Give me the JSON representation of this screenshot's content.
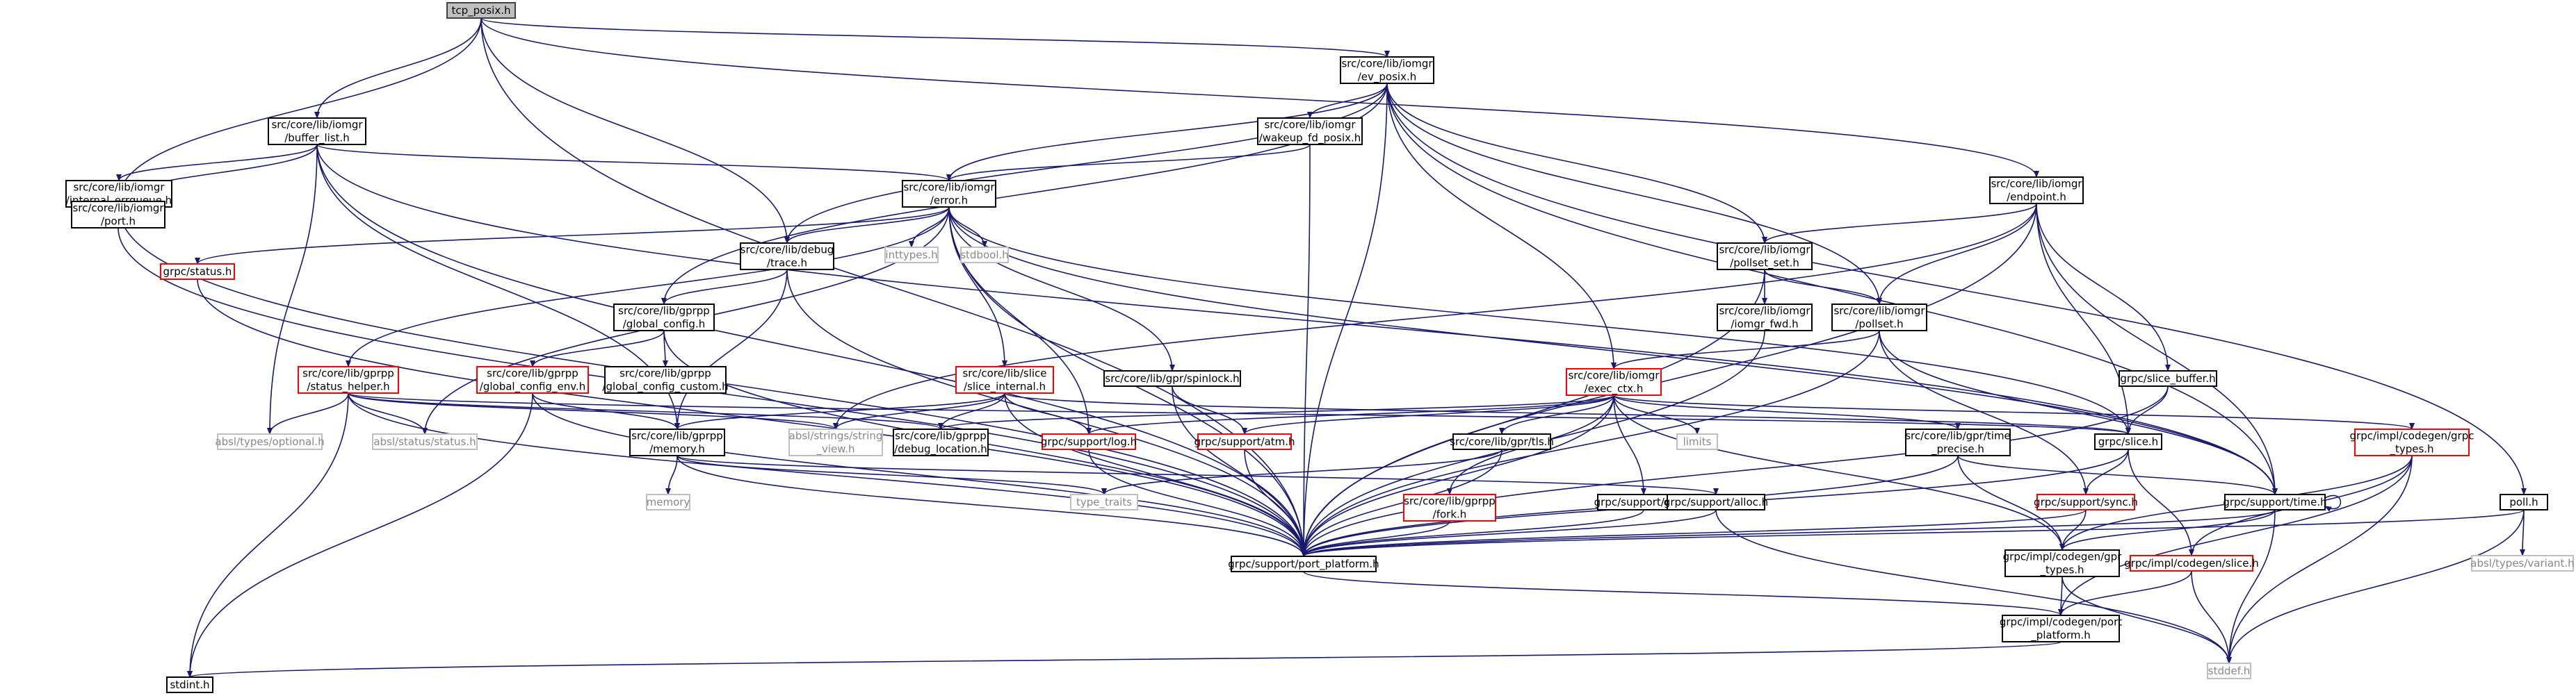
{
  "graph": {
    "title": "",
    "nodes": [
      {
        "id": "tcp_posix",
        "lines": [
          "tcp_posix.h"
        ],
        "kind": "root"
      },
      {
        "id": "ev_posix",
        "lines": [
          "src/core/lib/iomgr",
          "/ev_posix.h"
        ],
        "kind": "std"
      },
      {
        "id": "buffer_list",
        "lines": [
          "src/core/lib/iomgr",
          "/buffer_list.h"
        ],
        "kind": "std"
      },
      {
        "id": "wakeup_fd",
        "lines": [
          "src/core/lib/iomgr",
          "/wakeup_fd_posix.h"
        ],
        "kind": "std"
      },
      {
        "id": "endpoint",
        "lines": [
          "src/core/lib/iomgr",
          "/endpoint.h"
        ],
        "kind": "std"
      },
      {
        "id": "internal_errqueue",
        "lines": [
          "src/core/lib/iomgr",
          "/internal_errqueue.h"
        ],
        "kind": "std"
      },
      {
        "id": "error",
        "lines": [
          "src/core/lib/iomgr",
          "/error.h"
        ],
        "kind": "std"
      },
      {
        "id": "port",
        "lines": [
          "src/core/lib/iomgr",
          "/port.h"
        ],
        "kind": "std"
      },
      {
        "id": "trace",
        "lines": [
          "src/core/lib/debug",
          "/trace.h"
        ],
        "kind": "std"
      },
      {
        "id": "inttypes",
        "lines": [
          "inttypes.h"
        ],
        "kind": "ext"
      },
      {
        "id": "stdbool",
        "lines": [
          "stdbool.h"
        ],
        "kind": "ext"
      },
      {
        "id": "pollset_set",
        "lines": [
          "src/core/lib/iomgr",
          "/pollset_set.h"
        ],
        "kind": "std"
      },
      {
        "id": "grpc_status",
        "lines": [
          "grpc/status.h"
        ],
        "kind": "trunc"
      },
      {
        "id": "global_config",
        "lines": [
          "src/core/lib/gprpp",
          "/global_config.h"
        ],
        "kind": "std"
      },
      {
        "id": "iomgr_fwd",
        "lines": [
          "src/core/lib/iomgr",
          "/iomgr_fwd.h"
        ],
        "kind": "std"
      },
      {
        "id": "pollset",
        "lines": [
          "src/core/lib/iomgr",
          "/pollset.h"
        ],
        "kind": "std"
      },
      {
        "id": "status_helper",
        "lines": [
          "src/core/lib/gprpp",
          "/status_helper.h"
        ],
        "kind": "trunc"
      },
      {
        "id": "global_config_env",
        "lines": [
          "src/core/lib/gprpp",
          "/global_config_env.h"
        ],
        "kind": "trunc"
      },
      {
        "id": "global_config_custom",
        "lines": [
          "src/core/lib/gprpp",
          "/global_config_custom.h"
        ],
        "kind": "std"
      },
      {
        "id": "slice_internal",
        "lines": [
          "src/core/lib/slice",
          "/slice_internal.h"
        ],
        "kind": "trunc"
      },
      {
        "id": "spinlock",
        "lines": [
          "src/core/lib/gpr/spinlock.h"
        ],
        "kind": "std"
      },
      {
        "id": "exec_ctx",
        "lines": [
          "src/core/lib/iomgr",
          "/exec_ctx.h"
        ],
        "kind": "trunc"
      },
      {
        "id": "slice_buffer",
        "lines": [
          "grpc/slice_buffer.h"
        ],
        "kind": "std"
      },
      {
        "id": "absl_optional",
        "lines": [
          "absl/types/optional.h"
        ],
        "kind": "ext"
      },
      {
        "id": "absl_status",
        "lines": [
          "absl/status/status.h"
        ],
        "kind": "ext"
      },
      {
        "id": "memory",
        "lines": [
          "src/core/lib/gprpp",
          "/memory.h"
        ],
        "kind": "std"
      },
      {
        "id": "string_view",
        "lines": [
          "absl/strings/string",
          "_view.h"
        ],
        "kind": "ext"
      },
      {
        "id": "debug_location",
        "lines": [
          "src/core/lib/gprpp",
          "/debug_location.h"
        ],
        "kind": "std"
      },
      {
        "id": "log",
        "lines": [
          "grpc/support/log.h"
        ],
        "kind": "trunc"
      },
      {
        "id": "atm",
        "lines": [
          "grpc/support/atm.h"
        ],
        "kind": "trunc"
      },
      {
        "id": "limits",
        "lines": [
          "limits"
        ],
        "kind": "ext"
      },
      {
        "id": "tls",
        "lines": [
          "src/core/lib/gpr/tls.h"
        ],
        "kind": "std"
      },
      {
        "id": "time_precise",
        "lines": [
          "src/core/lib/gpr/time",
          "_precise.h"
        ],
        "kind": "std"
      },
      {
        "id": "grpc_slice",
        "lines": [
          "grpc/slice.h"
        ],
        "kind": "std"
      },
      {
        "id": "codegen_grpc_types",
        "lines": [
          "grpc/impl/codegen/grpc",
          "_types.h"
        ],
        "kind": "trunc"
      },
      {
        "id": "poll",
        "lines": [
          "poll.h"
        ],
        "kind": "std"
      },
      {
        "id": "memory_std",
        "lines": [
          "memory"
        ],
        "kind": "ext"
      },
      {
        "id": "type_traits",
        "lines": [
          "type_traits"
        ],
        "kind": "ext"
      },
      {
        "id": "fork",
        "lines": [
          "src/core/lib/gprpp",
          "/fork.h"
        ],
        "kind": "trunc"
      },
      {
        "id": "cpu",
        "lines": [
          "grpc/support/cpu.h"
        ],
        "kind": "std"
      },
      {
        "id": "alloc",
        "lines": [
          "grpc/support/alloc.h"
        ],
        "kind": "std"
      },
      {
        "id": "sync",
        "lines": [
          "grpc/support/sync.h"
        ],
        "kind": "trunc"
      },
      {
        "id": "support_time",
        "lines": [
          "grpc/support/time.h"
        ],
        "kind": "std"
      },
      {
        "id": "absl_variant",
        "lines": [
          "absl/types/variant.h"
        ],
        "kind": "ext"
      },
      {
        "id": "port_platform",
        "lines": [
          "grpc/support/port_platform.h"
        ],
        "kind": "std"
      },
      {
        "id": "gpr_types",
        "lines": [
          "grpc/impl/codegen/gpr",
          "_types.h"
        ],
        "kind": "std"
      },
      {
        "id": "codegen_slice",
        "lines": [
          "grpc/impl/codegen/slice.h"
        ],
        "kind": "trunc"
      },
      {
        "id": "codegen_port_platform",
        "lines": [
          "grpc/impl/codegen/port",
          "_platform.h"
        ],
        "kind": "std"
      },
      {
        "id": "stddef",
        "lines": [
          "stddef.h"
        ],
        "kind": "ext"
      },
      {
        "id": "stdint",
        "lines": [
          "stdint.h"
        ],
        "kind": "std"
      }
    ],
    "edges": [
      [
        "tcp_posix",
        "ev_posix"
      ],
      [
        "tcp_posix",
        "buffer_list"
      ],
      [
        "tcp_posix",
        "endpoint"
      ],
      [
        "tcp_posix",
        "port"
      ],
      [
        "tcp_posix",
        "trace"
      ],
      [
        "tcp_posix",
        "port_platform"
      ],
      [
        "ev_posix",
        "wakeup_fd"
      ],
      [
        "ev_posix",
        "error"
      ],
      [
        "ev_posix",
        "trace"
      ],
      [
        "ev_posix",
        "global_config"
      ],
      [
        "ev_posix",
        "pollset_set"
      ],
      [
        "ev_posix",
        "pollset"
      ],
      [
        "ev_posix",
        "exec_ctx"
      ],
      [
        "ev_posix",
        "support_time"
      ],
      [
        "ev_posix",
        "poll"
      ],
      [
        "ev_posix",
        "port_platform"
      ],
      [
        "buffer_list",
        "internal_errqueue"
      ],
      [
        "buffer_list",
        "port"
      ],
      [
        "buffer_list",
        "error"
      ],
      [
        "buffer_list",
        "absl_optional"
      ],
      [
        "buffer_list",
        "memory"
      ],
      [
        "buffer_list",
        "support_time"
      ],
      [
        "buffer_list",
        "port_platform"
      ],
      [
        "wakeup_fd",
        "error"
      ],
      [
        "wakeup_fd",
        "port_platform"
      ],
      [
        "endpoint",
        "pollset_set"
      ],
      [
        "endpoint",
        "pollset"
      ],
      [
        "endpoint",
        "slice_buffer"
      ],
      [
        "endpoint",
        "grpc_slice"
      ],
      [
        "endpoint",
        "support_time"
      ],
      [
        "endpoint",
        "string_view"
      ],
      [
        "endpoint",
        "port_platform"
      ],
      [
        "internal_errqueue",
        "port"
      ],
      [
        "internal_errqueue",
        "port_platform"
      ],
      [
        "port",
        "port_platform"
      ],
      [
        "error",
        "trace"
      ],
      [
        "error",
        "inttypes"
      ],
      [
        "error",
        "stdbool"
      ],
      [
        "error",
        "grpc_status"
      ],
      [
        "error",
        "status_helper"
      ],
      [
        "error",
        "absl_status"
      ],
      [
        "error",
        "slice_internal"
      ],
      [
        "error",
        "spinlock"
      ],
      [
        "error",
        "log"
      ],
      [
        "error",
        "grpc_slice"
      ],
      [
        "error",
        "support_time"
      ],
      [
        "error",
        "port_platform"
      ],
      [
        "trace",
        "global_config"
      ],
      [
        "trace",
        "memory"
      ],
      [
        "trace",
        "port_platform"
      ],
      [
        "pollset_set",
        "iomgr_fwd"
      ],
      [
        "pollset_set",
        "pollset"
      ],
      [
        "pollset_set",
        "port_platform"
      ],
      [
        "grpc_status",
        "port_platform"
      ],
      [
        "global_config",
        "global_config_env"
      ],
      [
        "global_config",
        "global_config_custom"
      ],
      [
        "global_config",
        "port_platform"
      ],
      [
        "iomgr_fwd",
        "port_platform"
      ],
      [
        "pollset",
        "exec_ctx"
      ],
      [
        "pollset",
        "sync"
      ],
      [
        "pollset",
        "support_time"
      ],
      [
        "pollset",
        "port_platform"
      ],
      [
        "status_helper",
        "absl_optional"
      ],
      [
        "status_helper",
        "absl_status"
      ],
      [
        "status_helper",
        "string_view"
      ],
      [
        "status_helper",
        "debug_location"
      ],
      [
        "status_helper",
        "grpc_slice"
      ],
      [
        "status_helper",
        "stdint"
      ],
      [
        "status_helper",
        "port_platform"
      ],
      [
        "global_config_env",
        "memory"
      ],
      [
        "global_config_env",
        "stdint"
      ],
      [
        "global_config_env",
        "port_platform"
      ],
      [
        "slice_internal",
        "memory"
      ],
      [
        "slice_internal",
        "string_view"
      ],
      [
        "slice_internal",
        "debug_location"
      ],
      [
        "slice_internal",
        "log"
      ],
      [
        "slice_internal",
        "grpc_slice"
      ],
      [
        "slice_internal",
        "port_platform"
      ],
      [
        "spinlock",
        "atm"
      ],
      [
        "spinlock",
        "port_platform"
      ],
      [
        "exec_ctx",
        "debug_location"
      ],
      [
        "exec_ctx",
        "log"
      ],
      [
        "exec_ctx",
        "atm"
      ],
      [
        "exec_ctx",
        "limits"
      ],
      [
        "exec_ctx",
        "tls"
      ],
      [
        "exec_ctx",
        "time_precise"
      ],
      [
        "exec_ctx",
        "fork"
      ],
      [
        "exec_ctx",
        "cpu"
      ],
      [
        "exec_ctx",
        "gpr_types"
      ],
      [
        "exec_ctx",
        "codegen_grpc_types"
      ],
      [
        "exec_ctx",
        "port_platform"
      ],
      [
        "slice_buffer",
        "grpc_slice"
      ],
      [
        "slice_buffer",
        "port_platform"
      ],
      [
        "memory",
        "memory_std"
      ],
      [
        "memory",
        "type_traits"
      ],
      [
        "memory",
        "alloc"
      ],
      [
        "memory",
        "port_platform"
      ],
      [
        "log",
        "port_platform"
      ],
      [
        "atm",
        "port_platform"
      ],
      [
        "tls",
        "type_traits"
      ],
      [
        "tls",
        "port_platform"
      ],
      [
        "time_precise",
        "support_time"
      ],
      [
        "time_precise",
        "gpr_types"
      ],
      [
        "time_precise",
        "port_platform"
      ],
      [
        "grpc_slice",
        "sync"
      ],
      [
        "grpc_slice",
        "codegen_slice"
      ],
      [
        "grpc_slice",
        "port_platform"
      ],
      [
        "codegen_grpc_types",
        "gpr_types"
      ],
      [
        "codegen_grpc_types",
        "codegen_slice"
      ],
      [
        "codegen_grpc_types",
        "stddef"
      ],
      [
        "codegen_grpc_types",
        "codegen_port_platform"
      ],
      [
        "poll",
        "absl_variant"
      ],
      [
        "poll",
        "stddef"
      ],
      [
        "poll",
        "port_platform"
      ],
      [
        "fork",
        "port_platform"
      ],
      [
        "cpu",
        "port_platform"
      ],
      [
        "alloc",
        "stddef"
      ],
      [
        "alloc",
        "port_platform"
      ],
      [
        "sync",
        "gpr_types"
      ],
      [
        "sync",
        "port_platform"
      ],
      [
        "support_time",
        "support_time"
      ],
      [
        "support_time",
        "stddef"
      ],
      [
        "support_time",
        "gpr_types"
      ],
      [
        "support_time",
        "port_platform"
      ],
      [
        "port_platform",
        "codegen_port_platform"
      ],
      [
        "gpr_types",
        "codegen_port_platform"
      ],
      [
        "gpr_types",
        "stddef"
      ],
      [
        "codegen_slice",
        "codegen_port_platform"
      ],
      [
        "codegen_slice",
        "stddef"
      ],
      [
        "codegen_port_platform",
        "stdint"
      ]
    ]
  }
}
